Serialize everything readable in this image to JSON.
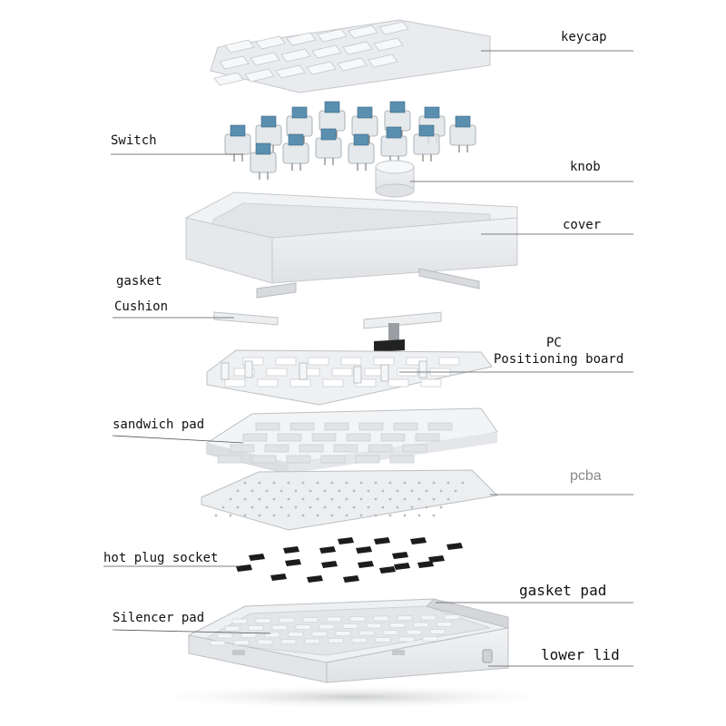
{
  "labels": {
    "keycap": "keycap",
    "switch": "Switch",
    "knob": "knob",
    "cover": "cover",
    "gasket": "gasket",
    "cushion": "Cushion",
    "pc": "PC",
    "positioning_board": "Positioning board",
    "sandwich_pad": "sandwich pad",
    "pcba": "pcba",
    "hot_plug_socket": "hot plug socket",
    "gasket_pad": "gasket pad",
    "silencer_pad": "Silencer pad",
    "lower_lid": "lower lid"
  },
  "colors": {
    "switch_stem": "#5a8fb0",
    "plastic": "#eef0f2",
    "edge": "#c9ccd0",
    "socket": "#1c1c1c"
  }
}
